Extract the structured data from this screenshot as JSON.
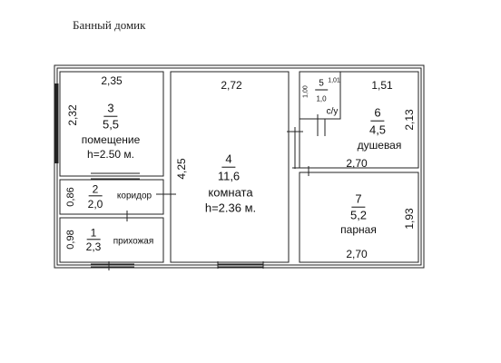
{
  "title": "Банный домик",
  "rooms": {
    "r3": {
      "number": "3",
      "area": "5,5",
      "name": "помещение",
      "height": "h=2.50 м."
    },
    "r2": {
      "number": "2",
      "area": "2,0",
      "name": "коридор"
    },
    "r1": {
      "number": "1",
      "area": "2,3",
      "name": "прихожая"
    },
    "r4": {
      "number": "4",
      "area": "11,6",
      "name": "комната",
      "height": "h=2.36 м."
    },
    "r5": {
      "number": "5",
      "area": "1,0",
      "name": "с/у"
    },
    "r6": {
      "number": "6",
      "area": "4,5",
      "name": "душевая"
    },
    "r7": {
      "number": "7",
      "area": "5,2",
      "name": "парная"
    }
  },
  "dims": {
    "r3_w": "2,35",
    "r3_h": "2,32",
    "r2_h": "0,86",
    "r1_h": "0,98",
    "r4_w": "2,72",
    "r4_h": "4,25",
    "r5_w": "1,01",
    "r5_h": "1,00",
    "r6_w": "1,51",
    "r6_h": "2,13",
    "r6_b": "2,70",
    "r7_h": "1,93",
    "r7_b": "2,70"
  }
}
